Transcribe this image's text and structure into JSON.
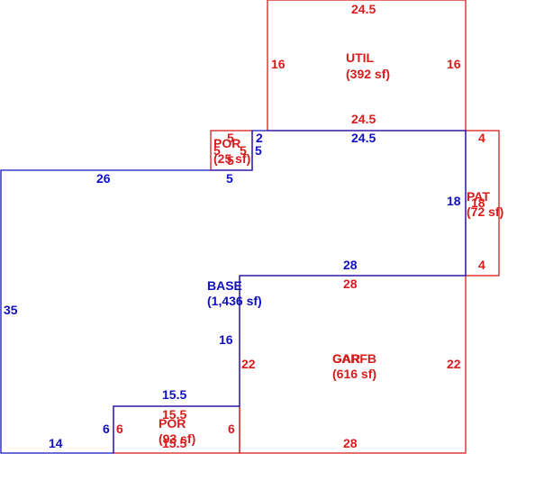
{
  "colors": {
    "blue": "#1010c0",
    "red": "#d81c1c"
  },
  "areas": {
    "util": {
      "name": "UTIL",
      "area": "(392 sf)"
    },
    "por_top": {
      "name": "POR",
      "area": "(25 sf)"
    },
    "pat": {
      "name": "PAT",
      "area": "(72 sf)"
    },
    "base": {
      "name": "BASE",
      "area": "(1,436 sf)"
    },
    "gar": {
      "name": "GAR",
      "overlap_name": "CARFB",
      "area": "(616 sf)"
    },
    "por_bottom": {
      "name": "POR",
      "area": "(93 sf)"
    }
  },
  "dimensions": {
    "util_top": "24.5",
    "util_left": "16",
    "util_right": "16",
    "util_bottom": "24.5",
    "base_top_right": "24.5",
    "base_step": "2",
    "por_top_top": "5",
    "por_top_left": "5",
    "por_top_right": "5",
    "por_top_right_2": "5",
    "por_top_inner": "5",
    "por_top_bottom_blue": "5",
    "base_top_left": "26",
    "base_left": "35",
    "base_bottom_left": "14",
    "base_notch_left": "6",
    "base_notch_top": "15.5",
    "base_inner_vertical": "16",
    "base_right": "18",
    "base_inner_horizontal": "28",
    "pat_top": "4",
    "pat_bottom": "4",
    "pat_right": "18",
    "gar_top": "28",
    "gar_left": "22",
    "gar_right": "22",
    "gar_bottom": "28",
    "por_bottom_left": "6",
    "por_bottom_right": "6",
    "por_bottom_top": "15.5",
    "por_bottom_bottom": "15.5"
  }
}
